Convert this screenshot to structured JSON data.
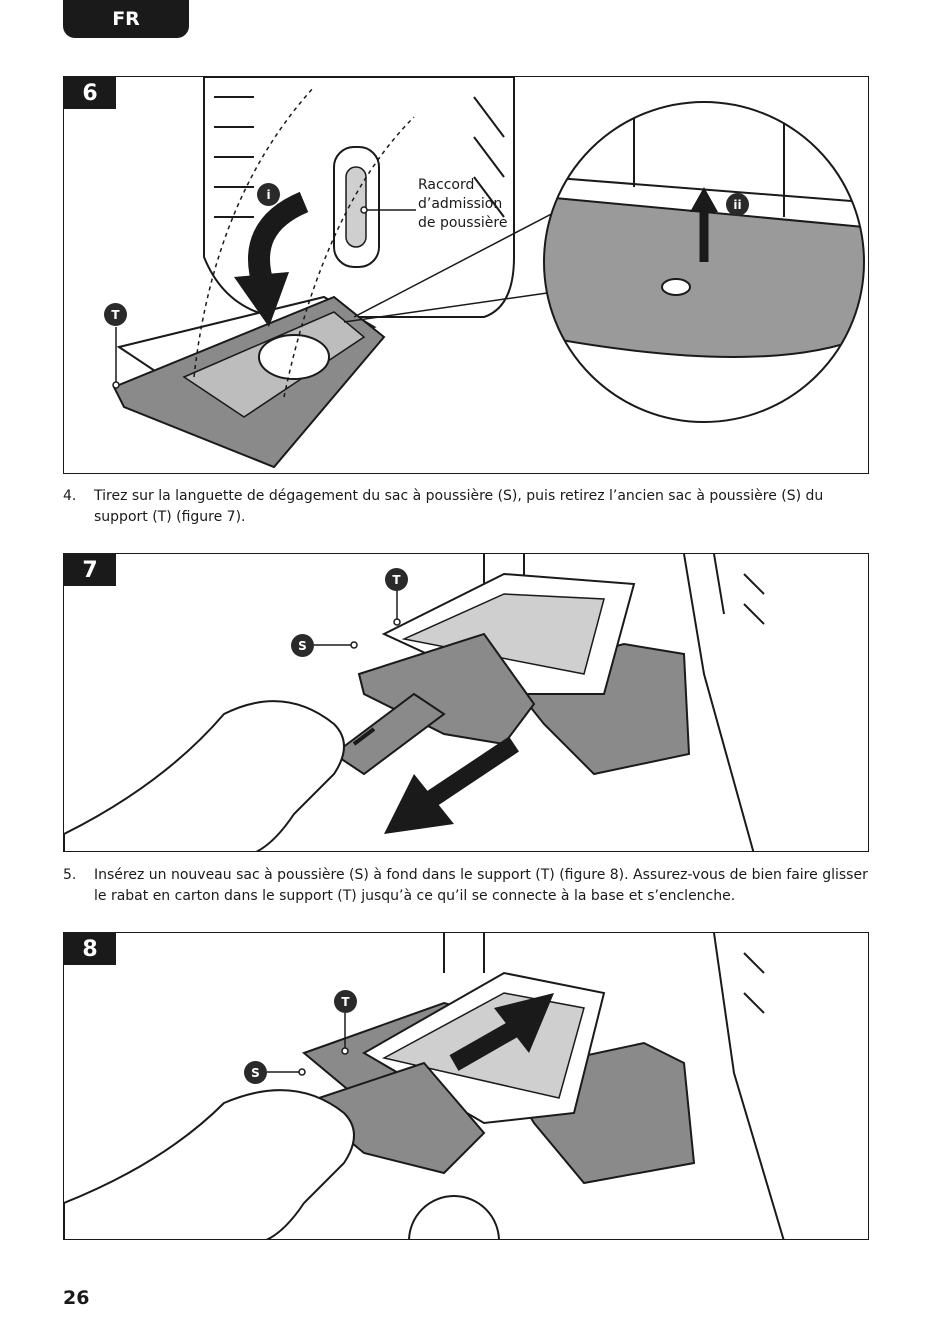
{
  "header": {
    "language": "FR"
  },
  "figures": {
    "fig6": {
      "number": "6",
      "callout_i": "i",
      "callout_ii": "ii",
      "callout_t": "T",
      "inlet_label": [
        "Raccord",
        "d’admission",
        "de poussière"
      ]
    },
    "fig7": {
      "number": "7",
      "callout_t": "T",
      "callout_s": "S"
    },
    "fig8": {
      "number": "8",
      "callout_t": "T",
      "callout_s": "S"
    }
  },
  "steps": [
    {
      "number": "4.",
      "text": "Tirez sur la languette de dégagement du sac à poussière (S), puis retirez l’ancien sac à poussière (S) du support (T) (figure 7)."
    },
    {
      "number": "5.",
      "text": "Insérez un nouveau sac à poussière (S) à fond dans le support (T) (figure 8). Assurez-vous de bien faire glisser le rabat en carton dans le support (T) jusqu’à ce qu’il se connecte à la base et s’enclenche."
    }
  ],
  "footer": {
    "page_number": "26"
  },
  "colors": {
    "dark": "#1a1a1a",
    "gray": "#9a9a9a",
    "light": "#cfcfcf"
  }
}
